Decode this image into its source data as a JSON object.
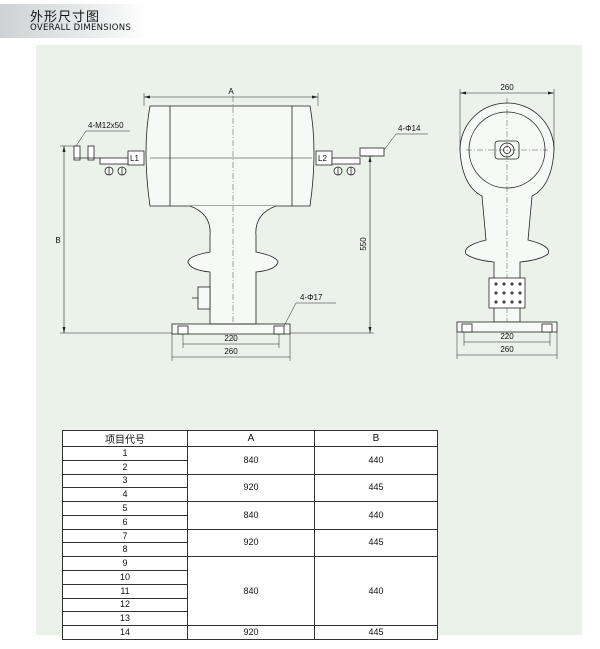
{
  "header": {
    "title_zh": "外形尺寸图",
    "title_en": "OVERALL DIMENSIONS"
  },
  "drawing": {
    "front": {
      "dim_A": "A",
      "dim_B": "B",
      "dim_550": "550",
      "bolt_note": "4-M12x50",
      "hole_note_top": "4-Φ14",
      "hole_note_base": "4-Φ17",
      "terminal_L1": "L1",
      "terminal_L2": "L2",
      "base_inner": "220",
      "base_outer": "260"
    },
    "side": {
      "top_width": "260",
      "base_inner": "220",
      "base_outer": "260"
    }
  },
  "table": {
    "headers": [
      "项目代号",
      "A",
      "B"
    ],
    "rows": [
      "1",
      "2",
      "3",
      "4",
      "5",
      "6",
      "7",
      "8",
      "9",
      "10",
      "11",
      "12",
      "13",
      "14"
    ],
    "groups": [
      {
        "span": 2,
        "A": "840",
        "B": "440"
      },
      {
        "span": 2,
        "A": "920",
        "B": "445"
      },
      {
        "span": 2,
        "A": "840",
        "B": "440"
      },
      {
        "span": 2,
        "A": "920",
        "B": "445"
      },
      {
        "span": 5,
        "A": "840",
        "B": "440"
      },
      {
        "span": 1,
        "A": "920",
        "B": "445"
      }
    ]
  },
  "colors": {
    "panel": "#eaf2ea",
    "line": "#222222"
  }
}
